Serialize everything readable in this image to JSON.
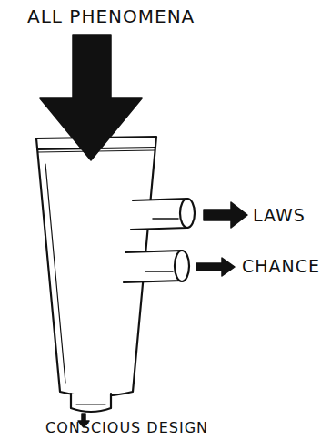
{
  "diagram": {
    "labels": [
      "ALL PHENOMENA",
      "LAWS",
      "CHANCE",
      "CONSCIOUS DESIGN"
    ]
  }
}
